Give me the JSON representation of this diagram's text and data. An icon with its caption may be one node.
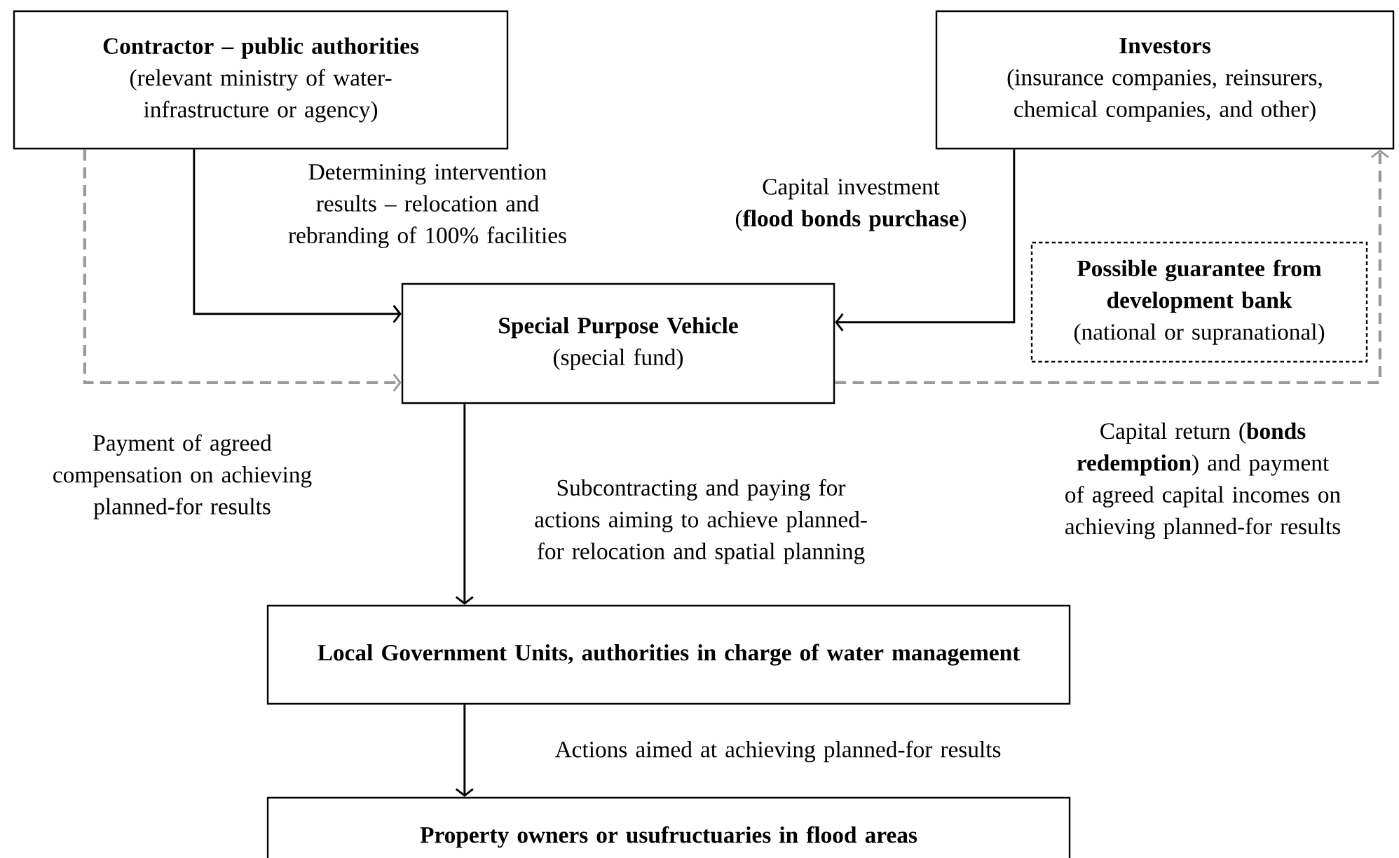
{
  "diagram": {
    "nodes": [
      {
        "text": [
          "Contractor – public authorities",
          "(relevant ministry of water-infrastructure or agency)"
        ]
      },
      {
        "text": [
          "Investors",
          "(insurance companies, reinsurers, chemical companies, and other)"
        ]
      },
      {
        "text": [
          "Possible guarantee from development bank",
          "(national or supranational)"
        ]
      },
      {
        "text": [
          "Special Purpose Vehicle",
          "(special fund)"
        ]
      },
      {
        "text": [
          "Local Government Units, authorities in charge of water management"
        ]
      },
      {
        "text": [
          "Property owners or usufructuaries in flood areas"
        ]
      }
    ],
    "edges": [
      {
        "from": 0,
        "to": 3,
        "arrow": "to",
        "label": "Determining intervention results – relocation and rebranding of 100% facilities"
      },
      {
        "from": 0,
        "to": 3,
        "arrow": "to",
        "style": "dashed",
        "color": "#999999",
        "label": "Payment of agreed compensation on achieving planned-for results"
      },
      {
        "from": 1,
        "to": 3,
        "arrow": "to",
        "label": "Capital investment (**flood bonds purchase**)"
      },
      {
        "from": 3,
        "to": 1,
        "arrow": "to",
        "style": "dashed",
        "color": "#999999",
        "label": "Capital return (**bonds redemption**) and payment of agreed capital incomes on achieving planned-for results"
      },
      {
        "from": 3,
        "to": 4,
        "arrow": "to",
        "label": "Subcontracting and paying for actions aiming to achieve planned-for relocation and spatial planning"
      },
      {
        "from": 4,
        "to": 5,
        "arrow": "to",
        "label": "Actions aimed at achieving planned-for results"
      }
    ]
  }
}
